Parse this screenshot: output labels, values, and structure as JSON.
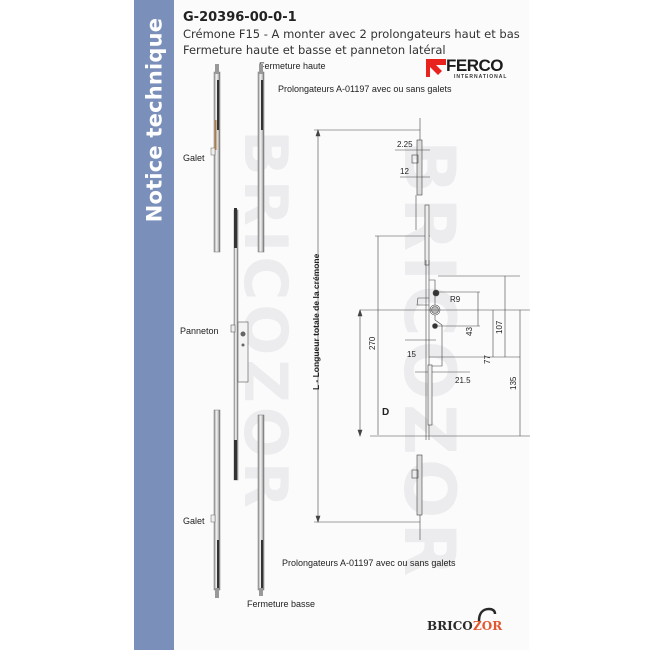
{
  "side_title": "Notice technique",
  "header": {
    "reference": "G-20396-00-0-1",
    "line1": "Crémone F15 - A monter avec 2 prolongateurs haut et bas",
    "line2": "Fermeture haute et basse et panneton latéral"
  },
  "brand": {
    "name": "FERCO",
    "subtitle": "INTERNATIONAL",
    "accent_color": "#e8231e"
  },
  "labels": {
    "fermeture_haute": "Fermeture haute",
    "prolongateurs_top": "Prolongateurs A-01197 avec ou sans galets",
    "galet_top": "Galet",
    "panneton": "Panneton",
    "galet_bottom": "Galet",
    "prolongateurs_bottom": "Prolongateurs A-01197 avec ou sans galets",
    "fermeture_basse": "Fermeture basse"
  },
  "drawing": {
    "length_label": "L - Longueur totale de la crémone",
    "d_label": "D",
    "dimensions": {
      "d270": "270",
      "d2_25": "2.25",
      "d12": "12",
      "r9": "R9",
      "d43": "43",
      "d107": "107",
      "d77": "77",
      "d135": "135",
      "d15": "15",
      "d21_5": "21.5"
    }
  },
  "footer_logo": {
    "part1": "BRICO",
    "part2": "ZOR",
    "accent_color": "#e4572e"
  },
  "colors": {
    "side_band": "#7b8fbb",
    "page_bg": "#fbfbfc"
  }
}
